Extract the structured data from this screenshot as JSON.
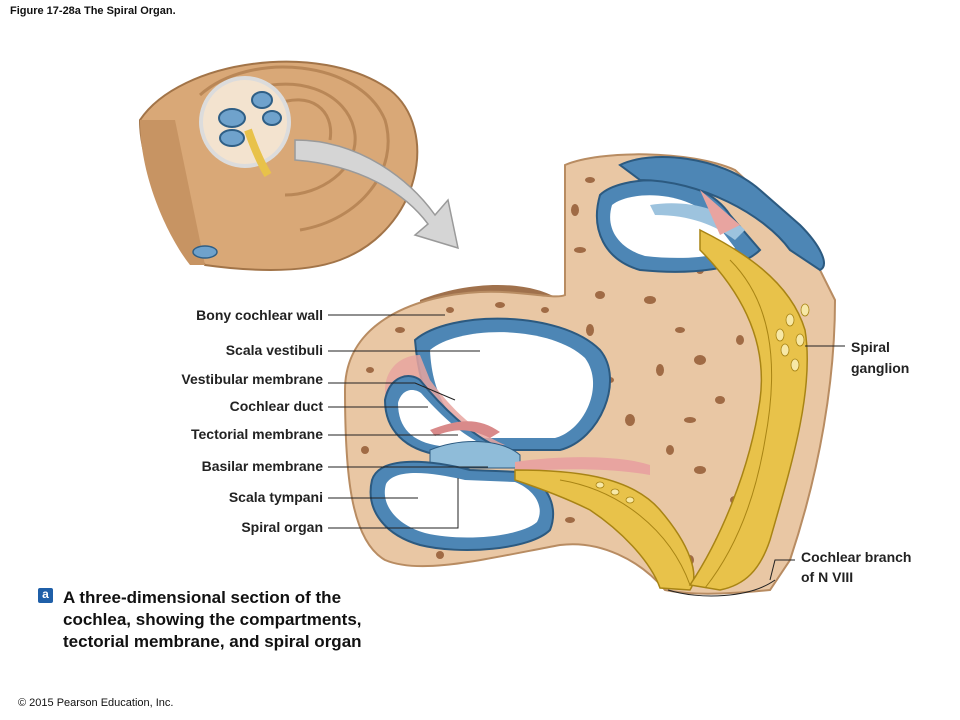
{
  "figure_title": "Figure 17-28a The Spiral Organ.",
  "labels": {
    "bony_cochlear_wall": "Bony cochlear wall",
    "scala_vestibuli": "Scala vestibuli",
    "vestibular_membrane": "Vestibular membrane",
    "cochlear_duct": "Cochlear duct",
    "tectorial_membrane": "Tectorial membrane",
    "basilar_membrane": "Basilar membrane",
    "scala_tympani": "Scala tympani",
    "spiral_organ": "Spiral organ",
    "spiral_ganglion_1": "Spiral",
    "spiral_ganglion_2": "ganglion",
    "cochlear_branch_1": "Cochlear branch",
    "cochlear_branch_2": "of N VIII"
  },
  "panel_letter": "a",
  "caption_lines": [
    "A three-dimensional section of the",
    "cochlea, showing the compartments,",
    "tectorial membrane, and spiral organ"
  ],
  "copyright": "© 2015 Pearson Education, Inc.",
  "colors": {
    "bone": "#e9c7a4",
    "bone_pore": "#a06b45",
    "scala_fluid": "#4d86b5",
    "duct_pink": "#e8a4a0",
    "nerve": "#e8c24a",
    "shell": "#d9a877",
    "badge": "#1f5fa8"
  }
}
